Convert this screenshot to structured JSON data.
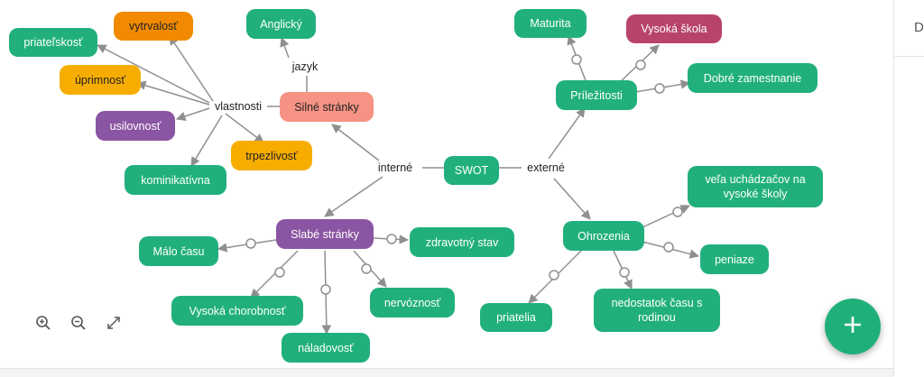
{
  "colors": {
    "green": "#21b07c",
    "orange": "#f18a00",
    "yellow": "#f7ad00",
    "purple": "#8a55a2",
    "salmon": "#f69384",
    "crimson": "#b8436b",
    "edge": "#8f8f8f",
    "fab": "#1fb07a"
  },
  "nodes": {
    "swot": "SWOT",
    "interne": "interné",
    "externe": "externé",
    "silne_stranky": "Silné stránky",
    "jazyk": "jazyk",
    "anglicky": "Anglický",
    "vlastnosti": "vlastnosti",
    "vytrvalost": "vytrvalosť",
    "priatelskost": "priateľskosť",
    "uprimnost": "úprimnosť",
    "usilovnost": "usilovnosť",
    "trpezlivost": "trpezlivosť",
    "kominikativna": "kominikatívna",
    "slabe_stranky": "Slabé stránky",
    "malo_casu": "Málo času",
    "zdravotny_stav": "zdravotný stav",
    "vysoka_chorobnost": "Vysoká chorobnosť",
    "naladovost": "náladovosť",
    "nervoznost": "nervóznosť",
    "prilezitosti": "Príležitosti",
    "maturita": "Maturita",
    "vysoka_skola": "Vysoká škola",
    "dobre_zamestnanie": "Dobré zamestnanie",
    "ohrozenia": "Ohrozenia",
    "vela_uchadzacov_1": "veľa uchádzačov na",
    "vela_uchadzacov_2": "vysoké školy",
    "peniaze": "peniaze",
    "nedostatok_1": "nedostatok času s",
    "nedostatok_2": "rodinou",
    "priatelia": "priatelia"
  },
  "controls": {
    "zoom_in_icon": "zoom-in-icon",
    "zoom_out_icon": "zoom-out-icon",
    "fit_icon": "expand-icon",
    "fab_icon": "plus-icon"
  },
  "right_panel": {
    "letter": "D"
  }
}
